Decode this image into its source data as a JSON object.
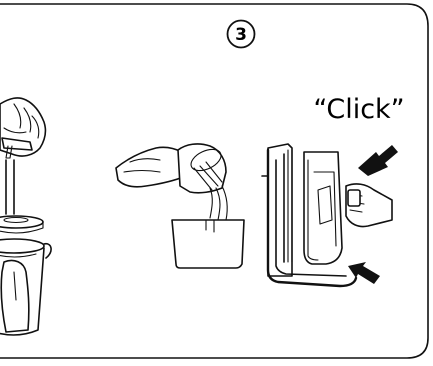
{
  "step": {
    "number": "3"
  },
  "callout": {
    "text": "“Click”"
  },
  "colors": {
    "ink": "#111111",
    "paper": "#ffffff"
  },
  "panels": [
    {
      "name": "remove-filter-cup",
      "icon": "hand-lifting-filter-icon"
    },
    {
      "name": "pour-water",
      "icon": "hand-pouring-jug-icon"
    },
    {
      "name": "insert-tank",
      "icon": "hand-inserting-tank-icon"
    }
  ]
}
